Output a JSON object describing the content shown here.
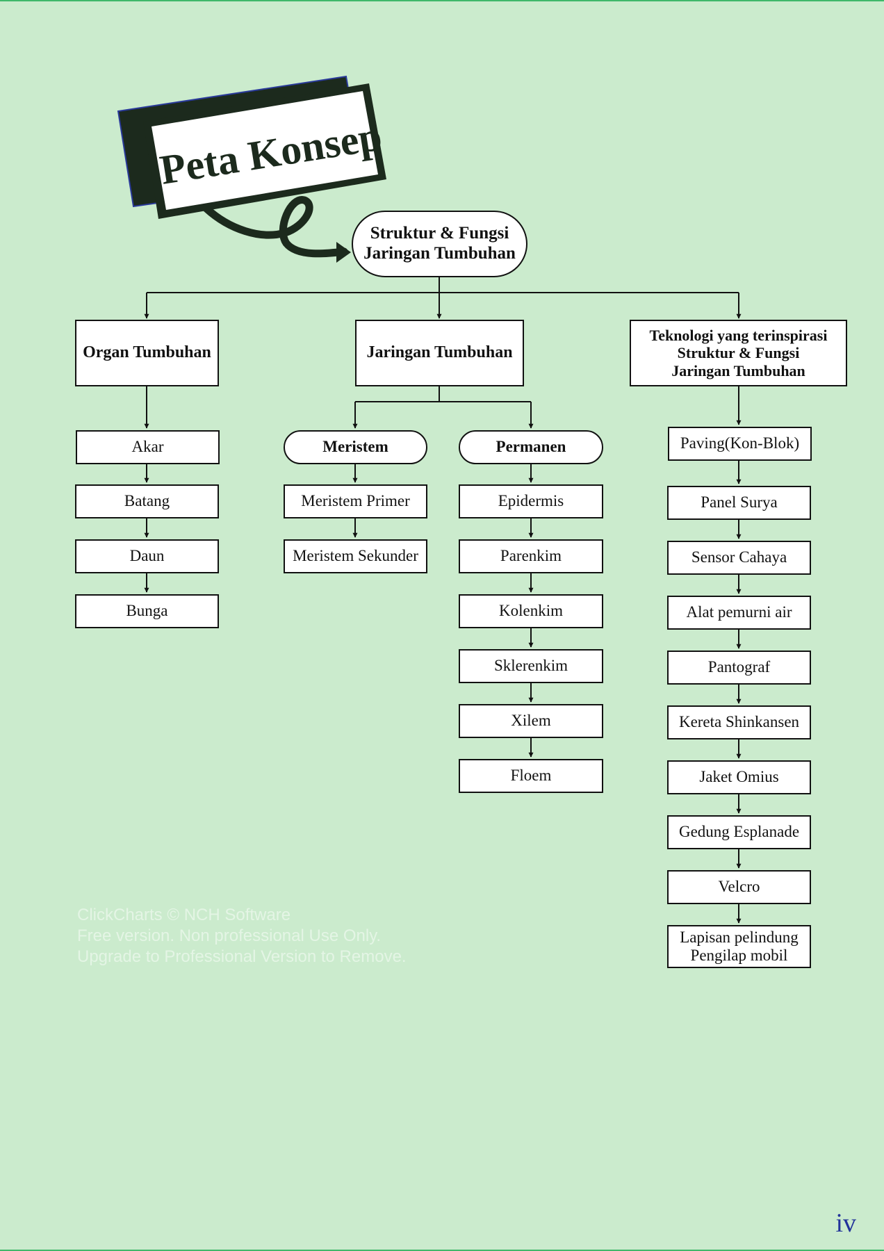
{
  "title_badge": {
    "label": "Peta Konsep"
  },
  "root": {
    "line1": "Struktur & Fungsi",
    "line2": "Jaringan Tumbuhan"
  },
  "branches": {
    "organ": {
      "heading": "Organ Tumbuhan",
      "items": [
        "Akar",
        "Batang",
        "Daun",
        "Bunga"
      ]
    },
    "jaringan": {
      "heading": "Jaringan Tumbuhan",
      "meristem": {
        "heading": "Meristem",
        "items": [
          "Meristem Primer",
          "Meristem Sekunder"
        ]
      },
      "permanen": {
        "heading": "Permanen",
        "items": [
          "Epidermis",
          "Parenkim",
          "Kolenkim",
          "Sklerenkim",
          "Xilem",
          "Floem"
        ]
      }
    },
    "teknologi": {
      "heading_line1": "Teknologi yang terinspirasi",
      "heading_line2": "Struktur & Fungsi",
      "heading_line3": "Jaringan Tumbuhan",
      "items": [
        "Paving(Kon-Blok)",
        "Panel Surya",
        "Sensor Cahaya",
        "Alat pemurni air",
        "Pantograf",
        "Kereta Shinkansen",
        "Jaket Omius",
        "Gedung Esplanade",
        "Velcro"
      ],
      "last_item": {
        "line1": "Lapisan pelindung",
        "line2": "Pengilap mobil"
      }
    }
  },
  "watermark": {
    "line1": "ClickCharts © NCH Software",
    "line2": "Free version. Non professional Use Only.",
    "line3": "Upgrade to Professional Version to Remove."
  },
  "page_number": "iv"
}
